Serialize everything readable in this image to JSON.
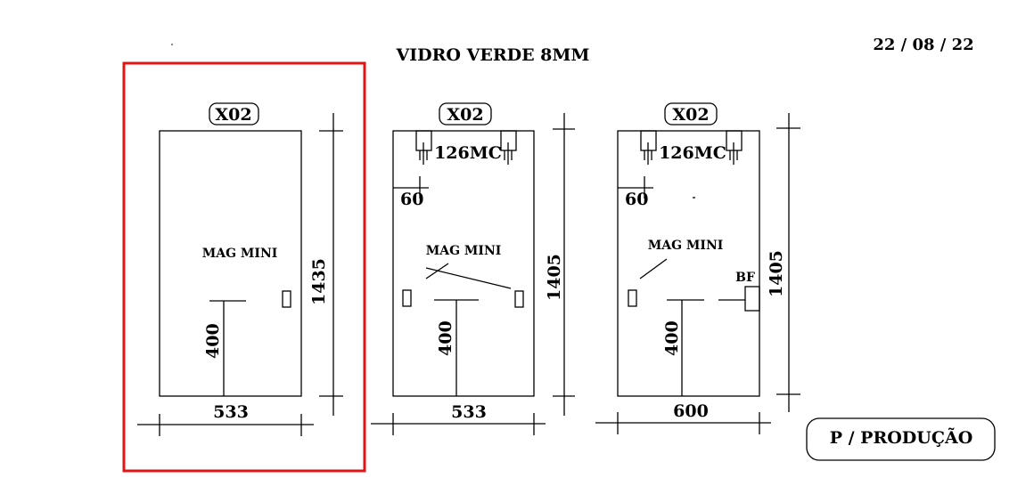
{
  "title": "VIDRO VERDE 8MM",
  "date": "22 / 08 / 22",
  "stamp": "P / PRODUÇÃO",
  "highlight_color": "#e01515",
  "panels": [
    {
      "label": "X02",
      "width": "533",
      "height": "1435",
      "bottom_note": "400",
      "mag_label": "MAG MINI"
    },
    {
      "label": "X02",
      "width": "533",
      "height": "1405",
      "bottom_note": "400",
      "mag_label": "MAG MINI",
      "hinge_label": "126MC",
      "hinge_offset": "60"
    },
    {
      "label": "X02",
      "width": "600",
      "height": "1405",
      "bottom_note": "400",
      "mag_label": "MAG MINI",
      "hinge_label": "126MC",
      "hinge_offset": "60",
      "extra_label": "BF"
    }
  ]
}
